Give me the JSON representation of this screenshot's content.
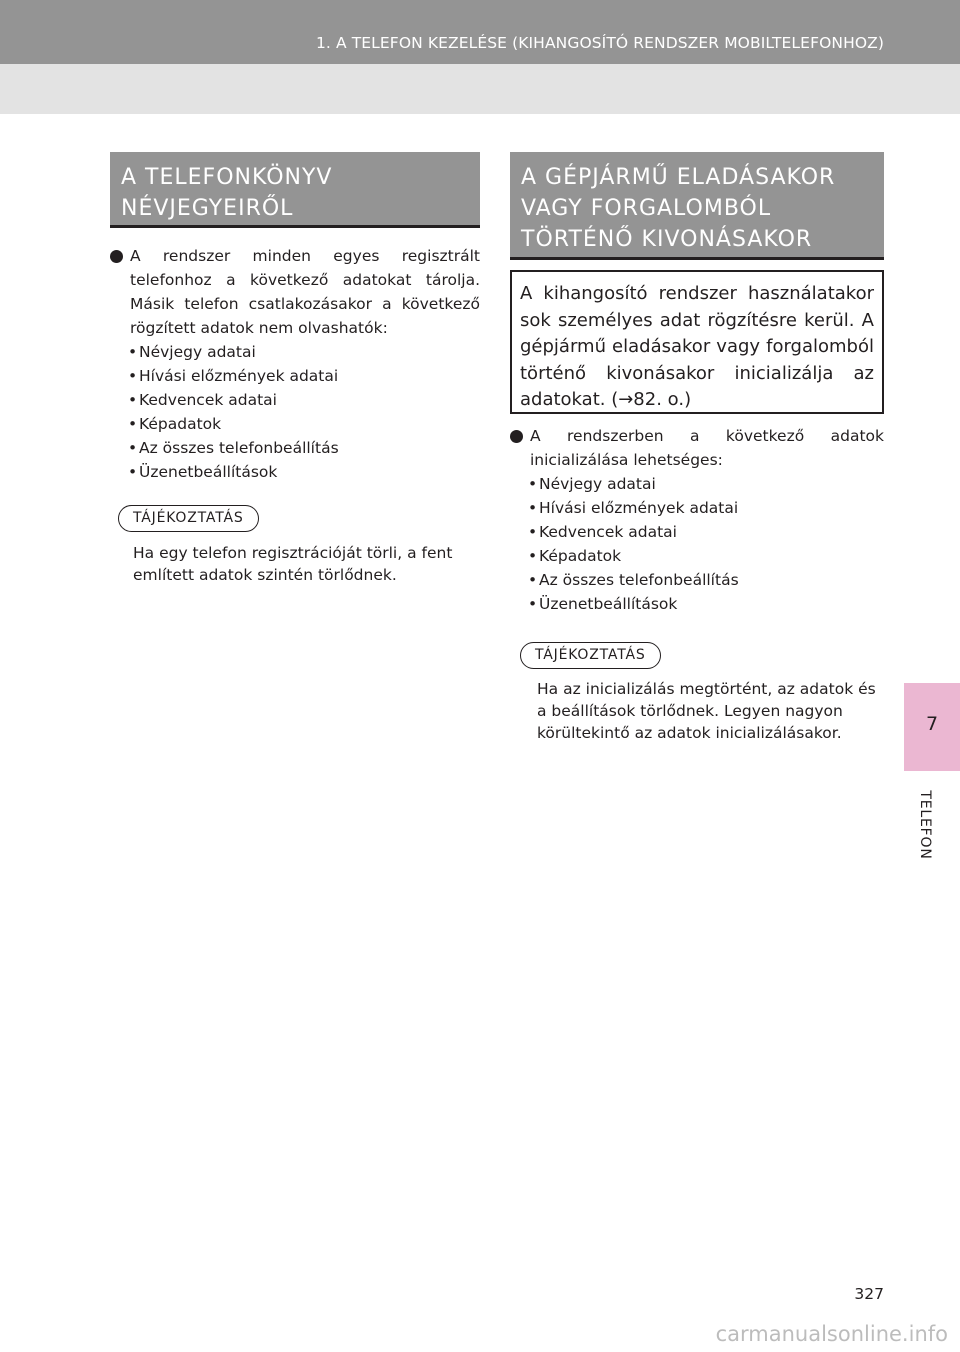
{
  "header": {
    "title": "1. A TELEFON KEZELÉSE (KIHANGOSÍTÓ RENDSZER MOBILTELEFONHOZ)"
  },
  "side_tab": {
    "number": "7",
    "label": "TELEFON"
  },
  "left_section": {
    "heading_lines": [
      "A TELEFONKÖNYV",
      "NÉVJEGYEIRŐL"
    ],
    "bullet_text": "A rendszer minden egyes regisztrált telefonhoz a következő adatokat tárolja. Másik telefon csatlakozásakor a következő rögzített adatok nem olvashatók:",
    "sub_items": [
      "Névjegy adatai",
      "Hívási előzmények adatai",
      "Kedvencek adatai",
      "Képadatok",
      "Az összes telefonbeállítás",
      "Üzenetbeállítások"
    ],
    "info_label": "TÁJÉKOZTATÁS",
    "info_text": "Ha egy telefon regisztrációját törli, a fent említett adatok szintén törlődnek."
  },
  "right_section": {
    "heading_lines": [
      "A GÉPJÁRMŰ ELADÁSAKOR",
      "VAGY FORGALOMBÓL",
      "TÖRTÉNŐ KIVONÁSAKOR"
    ],
    "box_text": "A kihangosító rendszer használatakor sok személyes adat rögzítésre kerül. A gépjármű eladásakor vagy forgalomból történő kivonásakor inicializálja az adatokat. (→82. o.)",
    "bullet_text": "A rendszerben a következő adatok inicializálása lehetséges:",
    "sub_items": [
      "Névjegy adatai",
      "Hívási előzmények adatai",
      "Kedvencek adatai",
      "Képadatok",
      "Az összes telefonbeállítás",
      "Üzenetbeállítások"
    ],
    "info_label": "TÁJÉKOZTATÁS",
    "info_text": "Ha az inicializálás megtörtént, az adatok és a beállítások törlődnek. Legyen nagyon körültekintő az adatok inicializálásakor."
  },
  "page_number": "327",
  "watermark": "carmanualsonline.info"
}
